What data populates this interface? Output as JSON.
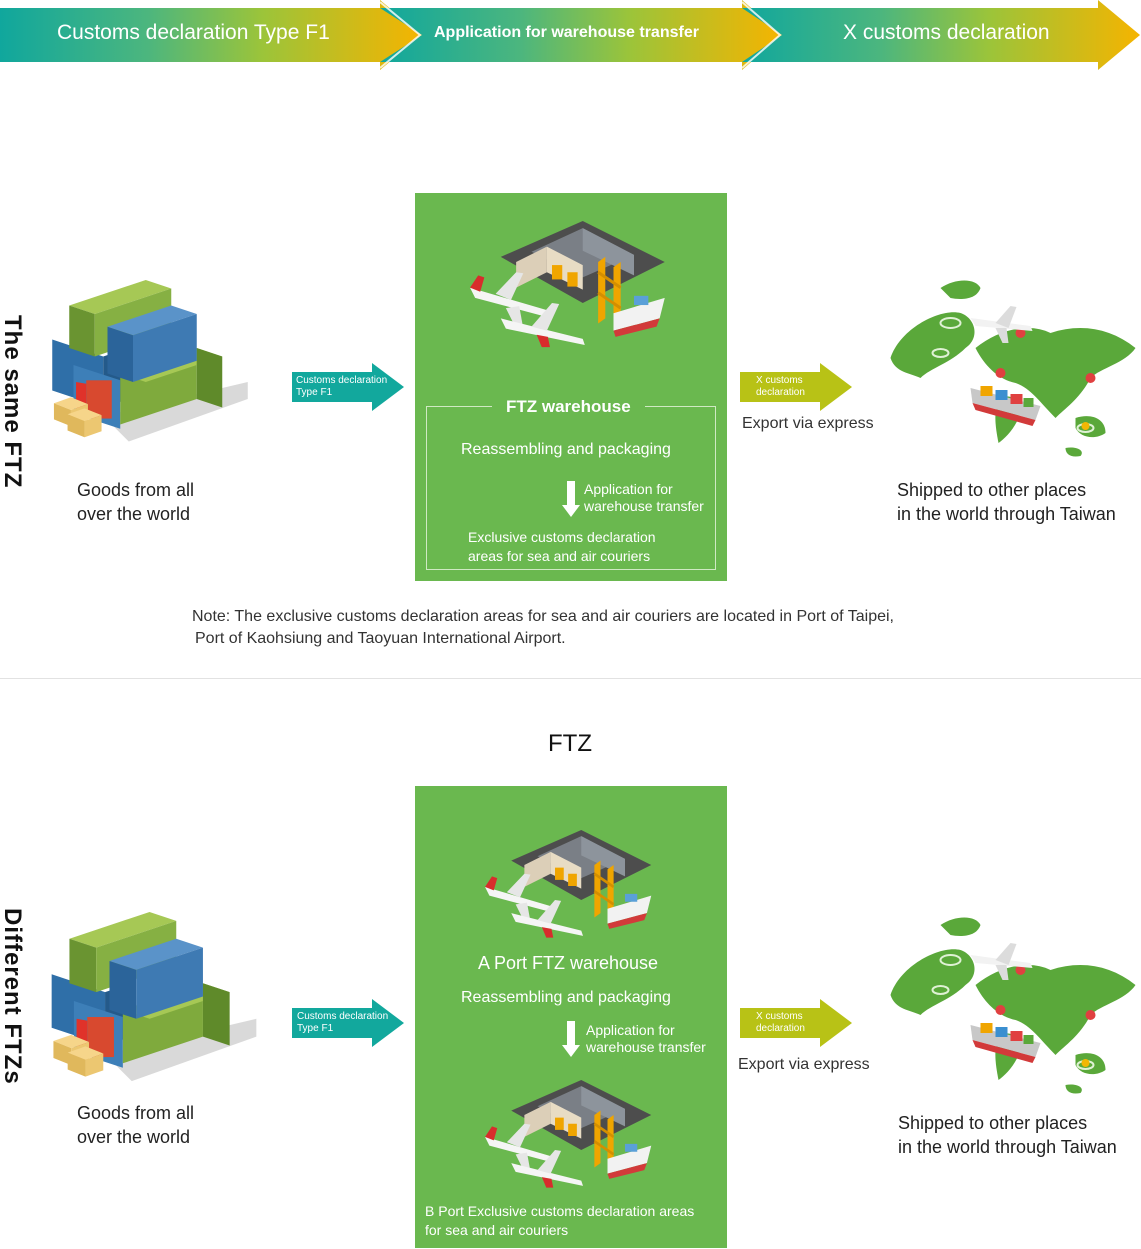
{
  "header": {
    "step1": "Customs declaration Type F1",
    "step2": "Application for warehouse transfer",
    "step3": "X customs declaration"
  },
  "section_same": {
    "side_label": "The same FTZ",
    "goods_caption_line1": "Goods from all",
    "goods_caption_line2": "over the world",
    "arrow1_line1": "Customs declaration",
    "arrow1_line2": "Type F1",
    "warehouse_title": "FTZ warehouse",
    "reassembling": "Reassembling and packaging",
    "transfer_line1": "Application for",
    "transfer_line2": "warehouse transfer",
    "exclusive_line1": "Exclusive customs declaration",
    "exclusive_line2": "areas for sea and air couriers",
    "arrow2_line1": "X customs",
    "arrow2_line2": "declaration",
    "export": "Export via express",
    "shipped_line1": "Shipped to other places",
    "shipped_line2": "in the world through Taiwan",
    "note_line1": "Note: The exclusive customs declaration areas for sea and air couriers are located in Port of Taipei,",
    "note_line2": "Port of Kaohsiung and Taoyuan International Airport."
  },
  "section_diff": {
    "heading": "FTZ",
    "side_label": "Different FTZs",
    "goods_caption_line1": "Goods from all",
    "goods_caption_line2": "over the world",
    "arrow1_line1": "Customs declaration",
    "arrow1_line2": "Type F1",
    "a_port": "A Port FTZ warehouse",
    "reassembling": "Reassembling and packaging",
    "transfer_line1": "Application for",
    "transfer_line2": "warehouse transfer",
    "b_port_line1": "B Port Exclusive customs declaration areas",
    "b_port_line2": "for sea and air couriers",
    "arrow2_line1": "X customs",
    "arrow2_line2": "declaration",
    "export": "Export via express",
    "shipped_line1": "Shipped to other places",
    "shipped_line2": "in the world through Taiwan"
  },
  "colors": {
    "teal": "#12a89d",
    "green": "#6ab84f",
    "olive": "#b8c216",
    "yellow": "#f2b705"
  }
}
